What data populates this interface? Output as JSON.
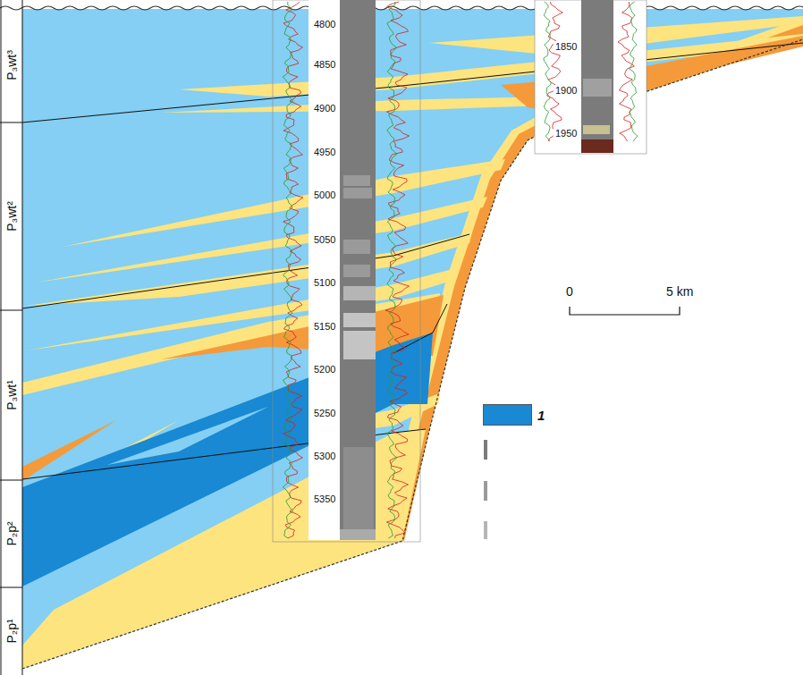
{
  "diagram": {
    "nodes": [
      {
        "text": [
          "P₃wt³"
        ]
      },
      {
        "text": [
          "P₃wt²"
        ]
      },
      {
        "text": [
          "P₃wt¹"
        ]
      },
      {
        "text": [
          "P₂p²"
        ]
      },
      {
        "text": [
          "P₂p¹"
        ]
      }
    ],
    "labels": [
      "4800",
      "4850",
      "4900",
      "4950",
      "5000",
      "5050",
      "5100",
      "5150",
      "5200",
      "5250",
      "5300",
      "5350",
      "1850",
      "1900",
      "1950",
      "0",
      "5 km"
    ],
    "legend": [
      {
        "text": "1",
        "color": "#1889d2"
      }
    ]
  }
}
